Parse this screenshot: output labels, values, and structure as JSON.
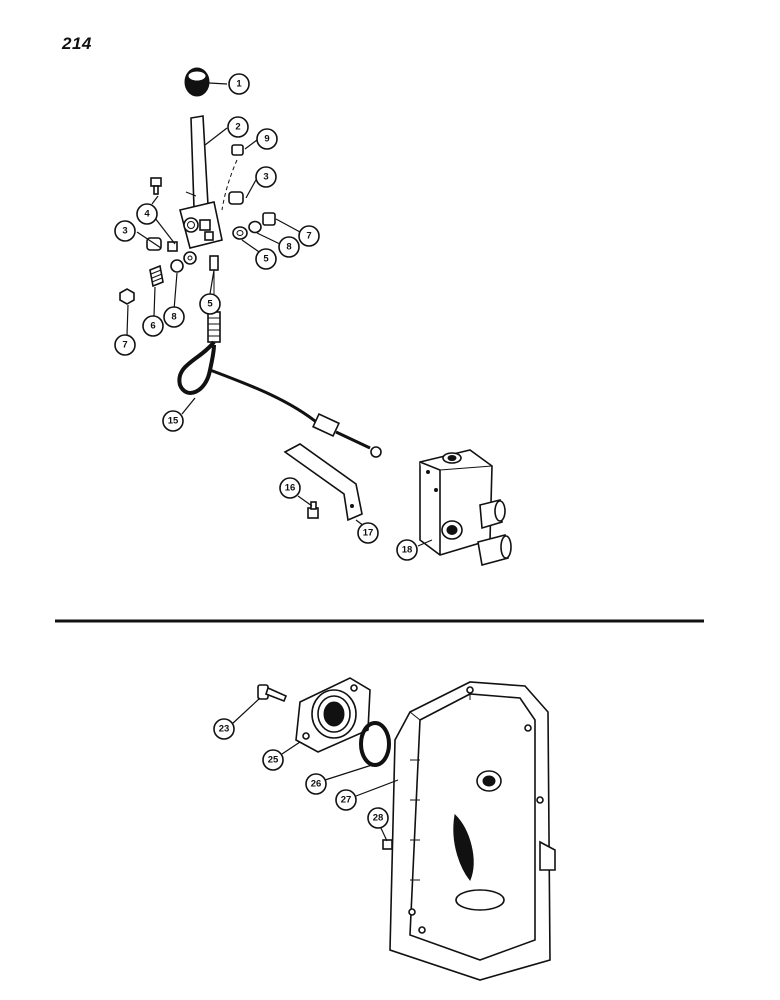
{
  "page": {
    "number": "214"
  },
  "callouts": {
    "c1": "1",
    "c2": "2",
    "c9": "9",
    "c3a": "3",
    "c3b": "3",
    "c4": "4",
    "c5a": "5",
    "c5b": "5",
    "c6": "6",
    "c7a": "7",
    "c7b": "7",
    "c8a": "8",
    "c8b": "8",
    "c15": "15",
    "c16": "16",
    "c17": "17",
    "c18": "18",
    "c23": "23",
    "c25": "25",
    "c26": "26",
    "c27": "27",
    "c28": "28"
  }
}
